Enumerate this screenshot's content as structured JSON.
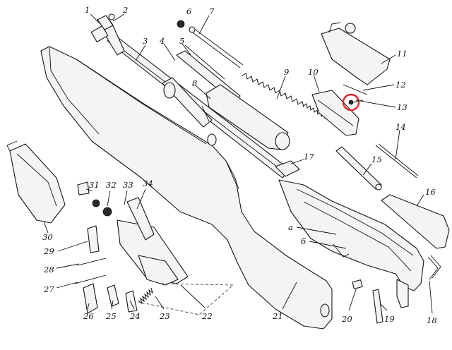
{
  "diagram": {
    "labels": {
      "1": "1",
      "2": "2",
      "3": "3",
      "4": "4",
      "5": "5",
      "6": "6",
      "7": "7",
      "8": "8",
      "9": "9",
      "10": "10",
      "11": "11",
      "12": "12",
      "13": "13",
      "14": "14",
      "15": "15",
      "16": "16",
      "17": "17",
      "18": "18",
      "19": "19",
      "20": "20",
      "21": "21",
      "22": "22",
      "23": "23",
      "24": "24",
      "25": "25",
      "26": "26",
      "27": "27",
      "28": "28",
      "29": "29",
      "30": "30",
      "31": "31",
      "32": "32",
      "33": "33",
      "34": "34",
      "a": "а",
      "b": "б"
    },
    "highlight_color": "#e0242a",
    "highlighted_part": "13"
  }
}
